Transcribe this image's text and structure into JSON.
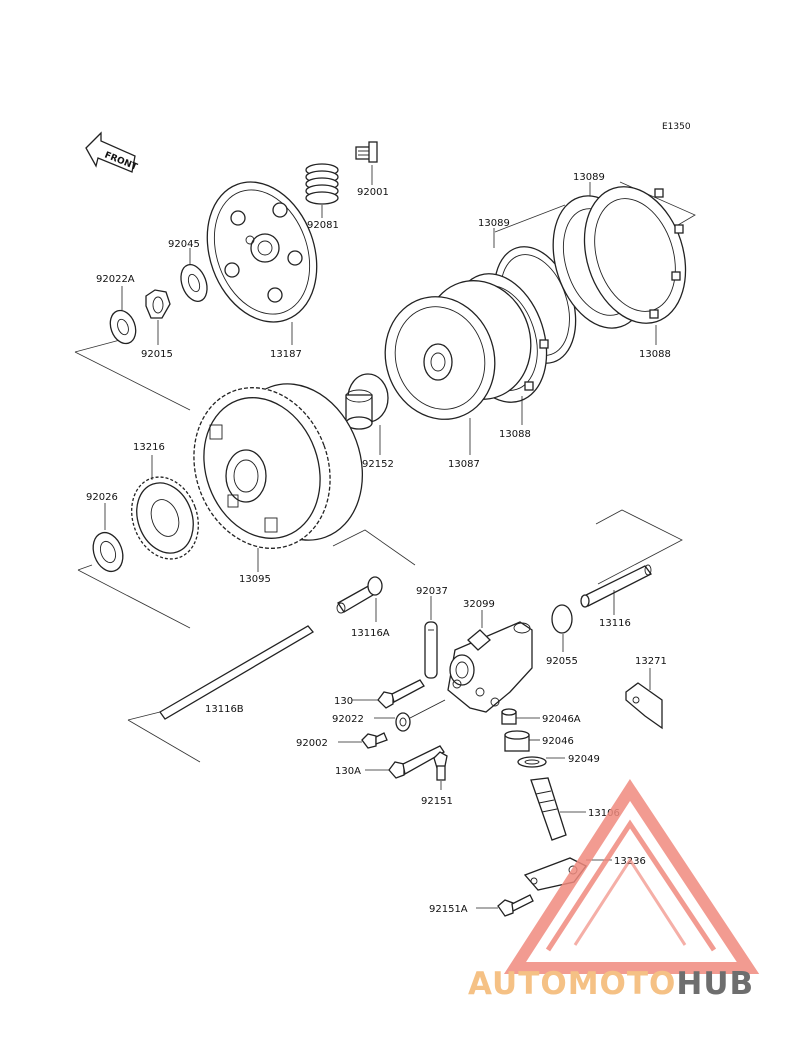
{
  "diagram": {
    "code": "E1350",
    "front_label": "FRONT",
    "parts": {
      "p92001": "92001",
      "p92081": "92081",
      "p13089a": "13089",
      "p13089b": "13089",
      "p92045": "92045",
      "p92022A": "92022A",
      "p92015": "92015",
      "p13187": "13187",
      "p13088a": "13088",
      "p13088b": "13088",
      "p13216": "13216",
      "p92152": "92152",
      "p13087": "13087",
      "p92026": "92026",
      "p13095": "13095",
      "p92037": "92037",
      "p32099": "32099",
      "p13116A": "13116A",
      "p13116": "13116",
      "p92055": "92055",
      "p13271": "13271",
      "p130": "130",
      "p13116B": "13116B",
      "p92046A": "92046A",
      "p92022": "92022",
      "p92046": "92046",
      "p92002": "92002",
      "p92049": "92049",
      "p130A": "130A",
      "p92151": "92151",
      "p13106": "13106",
      "p13236": "13236",
      "p92151A": "92151A"
    }
  },
  "watermark": {
    "part1": "AUTOMOTO",
    "part2": "HUB",
    "color_primary": "#f08a7e",
    "color_secondary": "#f5c185",
    "color_dark": "#6e6e6e"
  }
}
